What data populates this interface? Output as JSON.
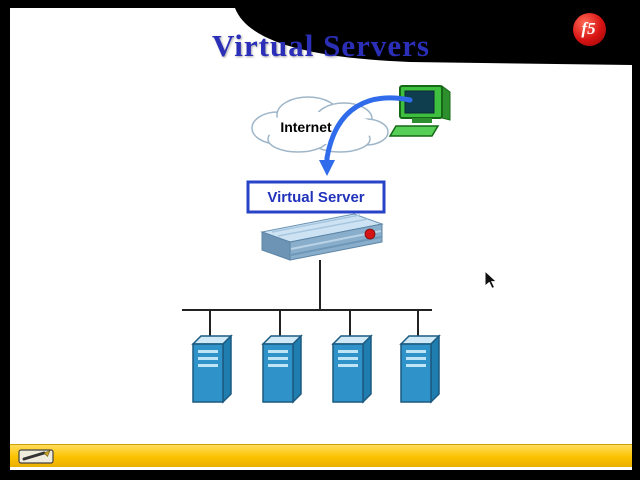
{
  "slide": {
    "title": "Virtual Servers"
  },
  "logo": {
    "text": "f5"
  },
  "diagram": {
    "internet_label": "Internet",
    "virtual_server_label": "Virtual Server",
    "server_count": "4"
  },
  "colors": {
    "title_blue": "#2b2fb8",
    "box_border_blue": "#2743c8",
    "arrow_blue": "#2f6bea",
    "server_front_blue": "#2f93c9",
    "device_top_blue": "#cde3f4",
    "computer_green": "#3fbf3f",
    "taskbar_yellow": "#fcc200",
    "logo_red": "#d61212",
    "background_black": "#000000"
  },
  "icons": {
    "cloud": "internet-cloud-icon",
    "computer": "client-computer-icon",
    "arrow": "flow-arrow-icon",
    "device": "bigip-device-icon",
    "server": "server-tower-icon",
    "pen": "annotation-pen-icon",
    "cursor": "mouse-cursor-icon"
  }
}
